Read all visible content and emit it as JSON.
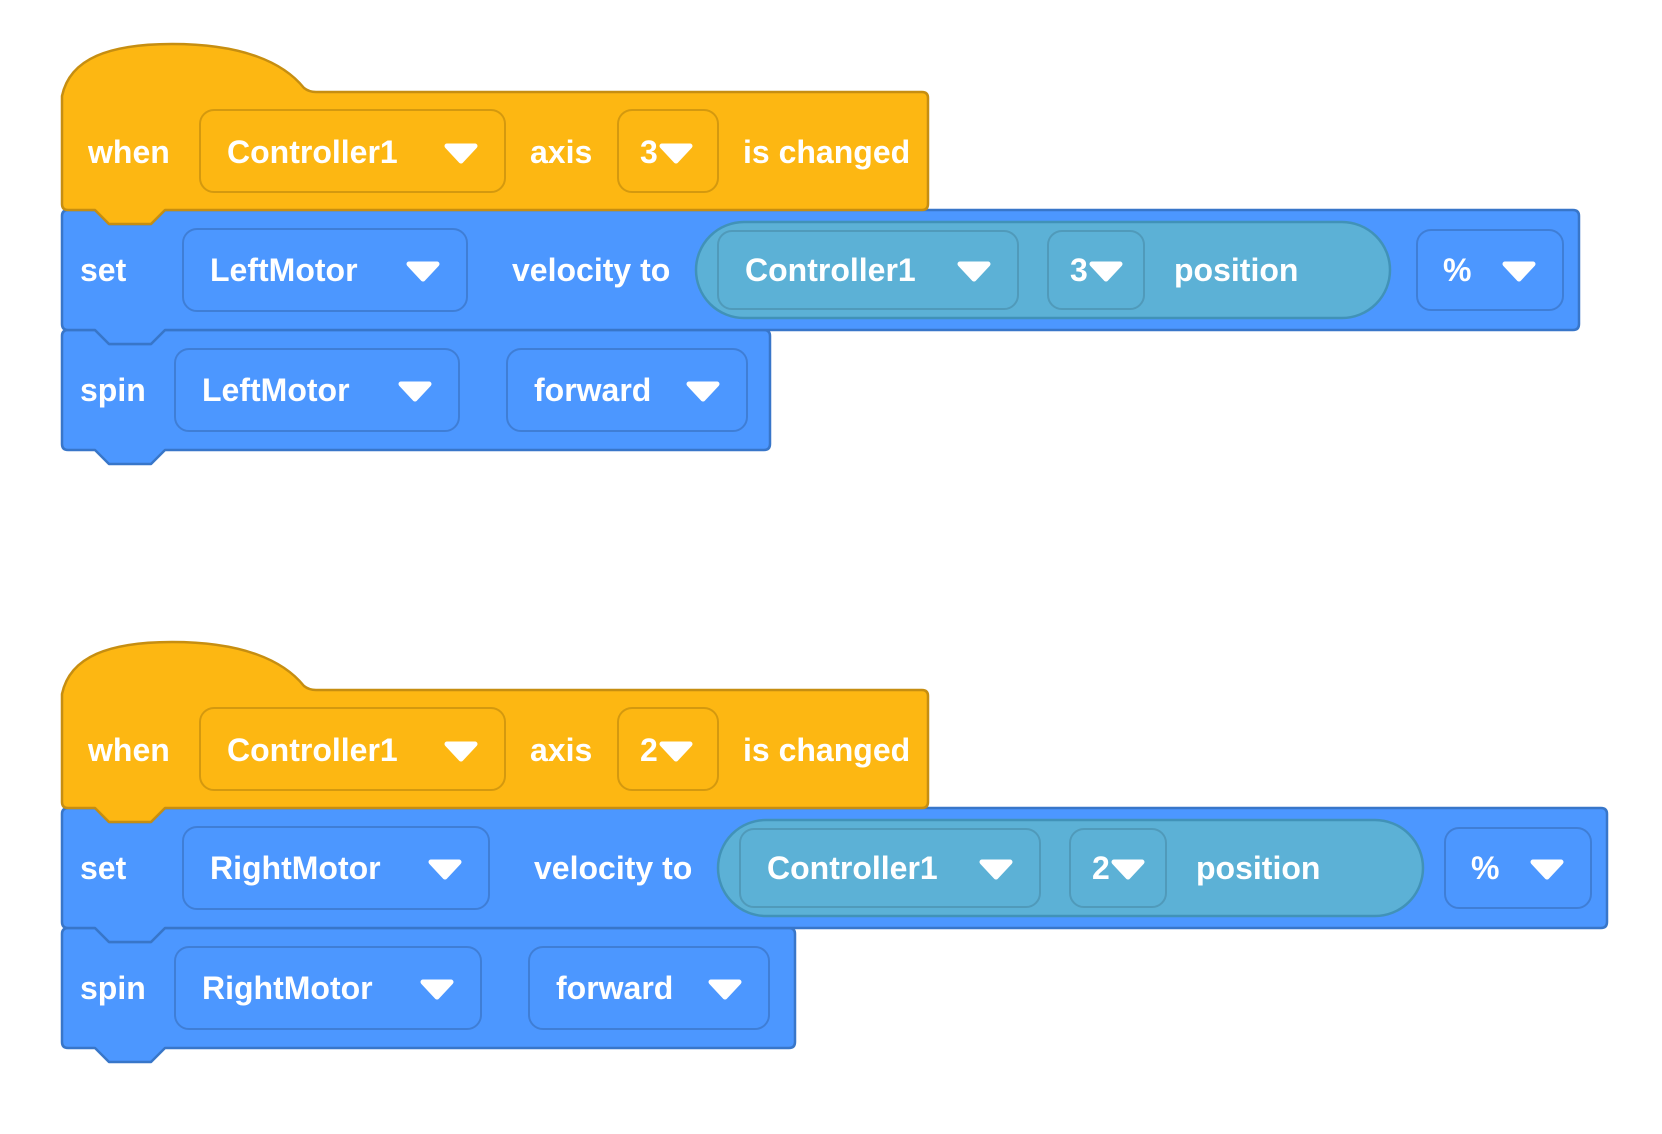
{
  "palette": {
    "event_fill": "#FDB712",
    "event_stroke": "#C68E11",
    "motion_fill": "#4C97FF",
    "motion_stroke": "#3876C9",
    "sensing_fill": "#5CB1D6",
    "sensing_stroke": "#4192B8",
    "text_color": "#FFFFFF"
  },
  "stacks": [
    {
      "hat": {
        "when": "when",
        "controller": "Controller1",
        "axis_label": "axis",
        "axis_value": "3",
        "suffix": "is changed"
      },
      "set": {
        "label": "set",
        "motor": "LeftMotor",
        "velocity_to": "velocity to",
        "reporter": {
          "controller": "Controller1",
          "axis_value": "3",
          "position": "position"
        },
        "unit": "%"
      },
      "spin": {
        "label": "spin",
        "motor": "LeftMotor",
        "direction": "forward"
      }
    },
    {
      "hat": {
        "when": "when",
        "controller": "Controller1",
        "axis_label": "axis",
        "axis_value": "2",
        "suffix": "is changed"
      },
      "set": {
        "label": "set",
        "motor": "RightMotor",
        "velocity_to": "velocity to",
        "reporter": {
          "controller": "Controller1",
          "axis_value": "2",
          "position": "position"
        },
        "unit": "%"
      },
      "spin": {
        "label": "spin",
        "motor": "RightMotor",
        "direction": "forward"
      }
    }
  ]
}
